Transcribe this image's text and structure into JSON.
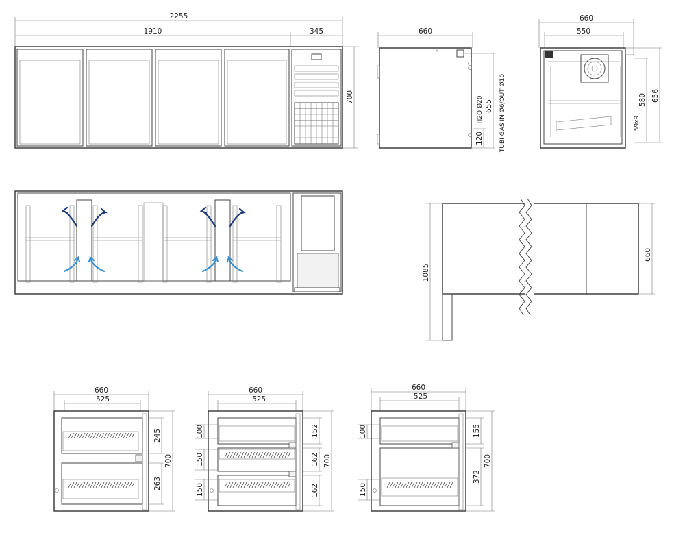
{
  "colors": {
    "line": "#444444",
    "air_in": "#3a8fd0",
    "air_out": "#1f3a7a"
  },
  "front": {
    "total": "2255",
    "cabinet": "1910",
    "unit": "345",
    "height": "700"
  },
  "side": {
    "depth": "660",
    "height": "655",
    "base": "120",
    "water": "H2O Ø20",
    "gas": "TUBI GAS IN Ø6/OUT Ø10"
  },
  "section": {
    "depth": "660",
    "inner": "550",
    "h1": "580",
    "h2": "656",
    "h3": "59x9"
  },
  "top": {
    "depth": "660",
    "length": "1085"
  },
  "door_a": {
    "w1": "660",
    "w2": "525",
    "d1": "245",
    "d2": "263",
    "h": "700"
  },
  "door_b": {
    "w1": "660",
    "w2": "525",
    "l1": "100",
    "l2": "150",
    "l3": "150",
    "r1": "152",
    "r2": "162",
    "r3": "162",
    "h": "700"
  },
  "door_c": {
    "w1": "660",
    "w2": "525",
    "l1": "100",
    "l2": "150",
    "r1": "155",
    "r2": "372",
    "h": "700"
  }
}
